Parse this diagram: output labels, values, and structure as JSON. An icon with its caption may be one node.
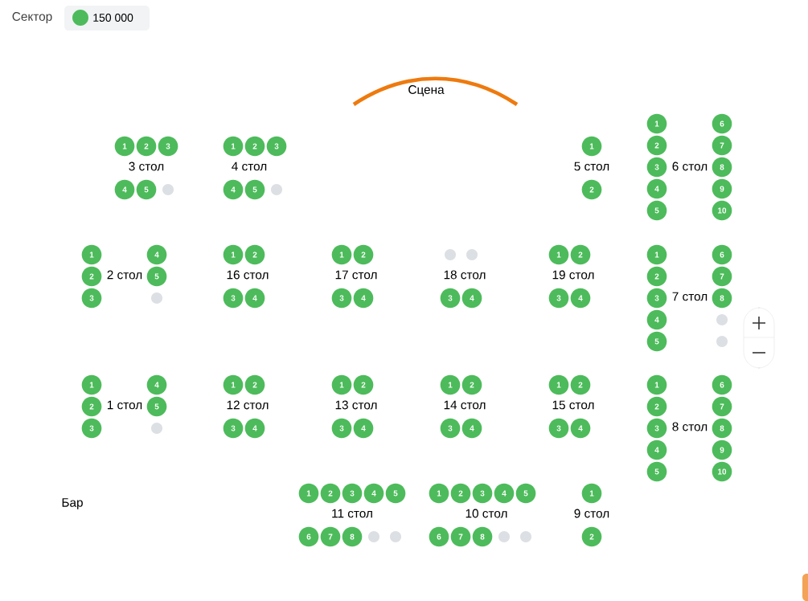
{
  "diagram": {
    "nodes": [
      {
        "text": [
          "1"
        ]
      },
      {
        "text": [
          "2"
        ]
      },
      {
        "text": [
          "3"
        ]
      },
      {
        "text": [
          "4"
        ]
      },
      {
        "text": [
          "5"
        ]
      },
      {
        "text": [],
        "shape": "circle"
      },
      {
        "text": [
          "1"
        ]
      },
      {
        "text": [
          "2"
        ]
      },
      {
        "text": [
          "3"
        ]
      },
      {
        "text": [
          "4"
        ]
      },
      {
        "text": [
          "5"
        ]
      },
      {
        "text": [],
        "shape": "circle"
      },
      {
        "text": [
          "1"
        ]
      },
      {
        "text": [
          "2"
        ]
      },
      {
        "text": [
          "1"
        ]
      },
      {
        "text": [
          "2"
        ]
      },
      {
        "text": [
          "3"
        ]
      },
      {
        "text": [
          "4"
        ]
      },
      {
        "text": [
          "5"
        ]
      },
      {
        "text": [
          "6"
        ]
      },
      {
        "text": [
          "7"
        ]
      },
      {
        "text": [
          "8"
        ]
      },
      {
        "text": [
          "9"
        ]
      },
      {
        "text": [
          "10"
        ]
      },
      {
        "text": [
          "1"
        ]
      },
      {
        "text": [
          "2"
        ]
      },
      {
        "text": [
          "3"
        ]
      },
      {
        "text": [
          "4"
        ]
      },
      {
        "text": [
          "5"
        ]
      },
      {
        "text": [],
        "shape": "circle"
      },
      {
        "text": [
          "1"
        ]
      },
      {
        "text": [
          "2"
        ]
      },
      {
        "text": [
          "3"
        ]
      },
      {
        "text": [
          "4"
        ]
      },
      {
        "text": [
          "1"
        ]
      },
      {
        "text": [
          "2"
        ]
      },
      {
        "text": [
          "3"
        ]
      },
      {
        "text": [
          "4"
        ]
      },
      {
        "text": [],
        "shape": "circle"
      },
      {
        "text": [],
        "shape": "circle"
      },
      {
        "text": [
          "3"
        ]
      },
      {
        "text": [
          "4"
        ]
      },
      {
        "text": [
          "1"
        ]
      },
      {
        "text": [
          "2"
        ]
      },
      {
        "text": [
          "3"
        ]
      },
      {
        "text": [
          "4"
        ]
      },
      {
        "text": [
          "1"
        ]
      },
      {
        "text": [
          "2"
        ]
      },
      {
        "text": [
          "3"
        ]
      },
      {
        "text": [
          "4"
        ]
      },
      {
        "text": [
          "5"
        ]
      },
      {
        "text": [
          "6"
        ]
      },
      {
        "text": [
          "7"
        ]
      },
      {
        "text": [
          "8"
        ]
      },
      {
        "text": [],
        "shape": "circle"
      },
      {
        "text": [],
        "shape": "circle"
      },
      {
        "text": [
          "1"
        ]
      },
      {
        "text": [
          "2"
        ]
      },
      {
        "text": [
          "3"
        ]
      },
      {
        "text": [
          "4"
        ]
      },
      {
        "text": [
          "5"
        ]
      },
      {
        "text": [],
        "shape": "circle"
      },
      {
        "text": [
          "1"
        ]
      },
      {
        "text": [
          "2"
        ]
      },
      {
        "text": [
          "3"
        ]
      },
      {
        "text": [
          "4"
        ]
      },
      {
        "text": [
          "1"
        ]
      },
      {
        "text": [
          "2"
        ]
      },
      {
        "text": [
          "3"
        ]
      },
      {
        "text": [
          "4"
        ]
      },
      {
        "text": [
          "1"
        ]
      },
      {
        "text": [
          "2"
        ]
      },
      {
        "text": [
          "3"
        ]
      },
      {
        "text": [
          "4"
        ]
      },
      {
        "text": [
          "1"
        ]
      },
      {
        "text": [
          "2"
        ]
      },
      {
        "text": [
          "3"
        ]
      },
      {
        "text": [
          "4"
        ]
      },
      {
        "text": [
          "1"
        ]
      },
      {
        "text": [
          "2"
        ]
      },
      {
        "text": [
          "3"
        ]
      },
      {
        "text": [
          "4"
        ]
      },
      {
        "text": [
          "5"
        ]
      },
      {
        "text": [
          "6"
        ]
      },
      {
        "text": [
          "7"
        ]
      },
      {
        "text": [
          "8"
        ]
      },
      {
        "text": [
          "9"
        ]
      },
      {
        "text": [
          "10"
        ]
      },
      {
        "text": [
          "1"
        ]
      },
      {
        "text": [
          "2"
        ]
      },
      {
        "text": [
          "3"
        ]
      },
      {
        "text": [
          "4"
        ]
      },
      {
        "text": [
          "5"
        ]
      },
      {
        "text": [
          "6"
        ]
      },
      {
        "text": [
          "7"
        ]
      },
      {
        "text": [
          "8"
        ]
      },
      {
        "text": [],
        "shape": "circle"
      },
      {
        "text": [],
        "shape": "circle"
      },
      {
        "text": [
          "1"
        ]
      },
      {
        "text": [
          "2"
        ]
      },
      {
        "text": [
          "3"
        ]
      },
      {
        "text": [
          "4"
        ]
      },
      {
        "text": [
          "5"
        ]
      },
      {
        "text": [
          "6"
        ]
      },
      {
        "text": [
          "7"
        ]
      },
      {
        "text": [
          "8"
        ]
      },
      {
        "text": [],
        "shape": "circle"
      },
      {
        "text": [],
        "shape": "circle"
      },
      {
        "text": [
          "1"
        ]
      },
      {
        "text": [
          "2"
        ]
      }
    ],
    "labels": [
      "Сектор",
      "Сцена",
      "3 стол",
      "4 стол",
      "5 стол",
      "6 стол",
      "2 стол",
      "16 стол",
      "17 стол",
      "18 стол",
      "19 стол",
      "7 стол",
      "1 стол",
      "12 стол",
      "13 стол",
      "14 стол",
      "15 стол",
      "8 стол",
      "Бар",
      "11 стол",
      "10 стол",
      "9 стол"
    ],
    "legend": [
      {
        "text": "150 000",
        "color": "#4dbb5b"
      }
    ]
  }
}
